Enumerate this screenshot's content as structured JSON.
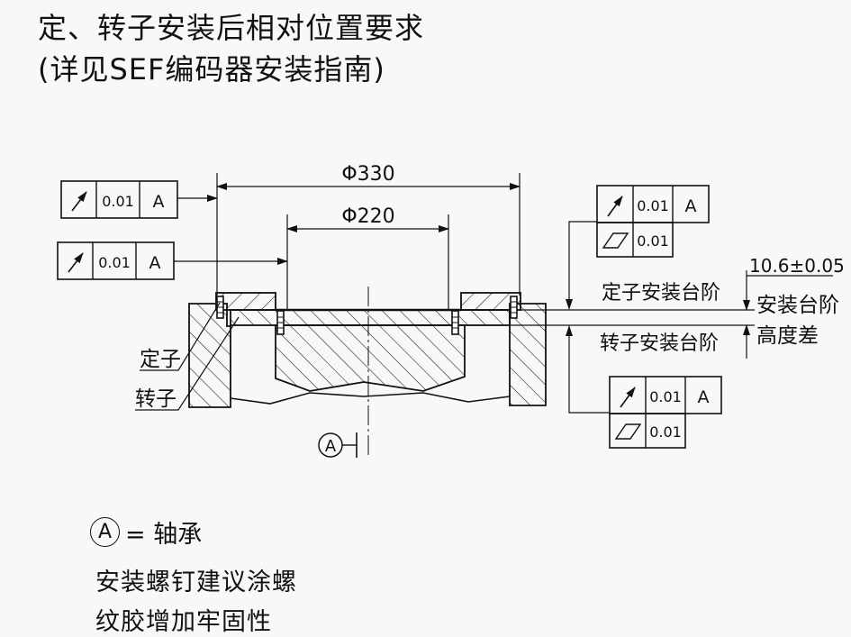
{
  "title": {
    "line1": "定、转子安装后相对位置要求",
    "line2": "(详见SEF编码器安装指南)"
  },
  "drawing": {
    "dim_outer": "Φ330",
    "dim_inner": "Φ220",
    "height_tol": "10.6±0.05",
    "label_stator_step": "定子安装台阶",
    "label_rotor_step": "转子安装台阶",
    "label_height_line1": "安装台阶",
    "label_height_line2": "高度差",
    "label_stator": "定子",
    "label_rotor": "转子",
    "datum_letter": "A",
    "fcf": {
      "tolerance": "0.01",
      "datum": "A"
    }
  },
  "legend": {
    "letter": "A",
    "text": "= 轴承"
  },
  "note": {
    "line1": "安装螺钉建议涂螺",
    "line2": "纹胶增加牢固性"
  }
}
